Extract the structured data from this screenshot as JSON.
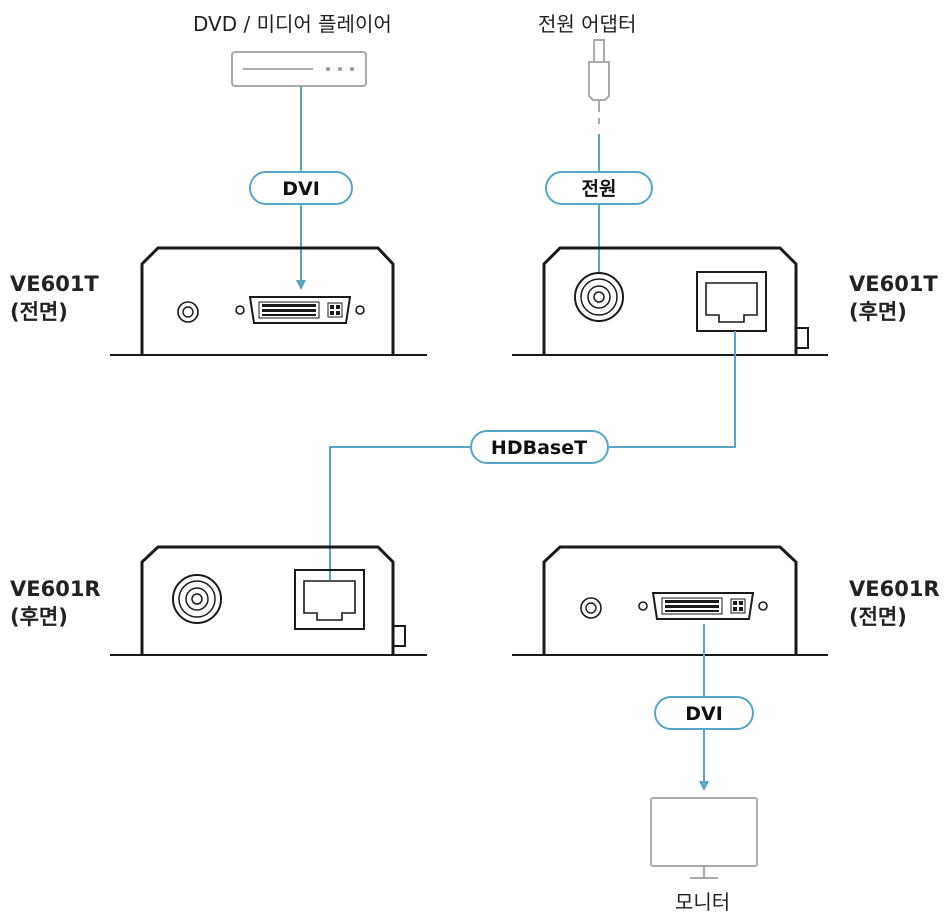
{
  "sources": {
    "dvd_player": "DVD / 미디어 플레이어",
    "power_adapter": "전원 어댑터"
  },
  "cables": {
    "dvi_in": "DVI",
    "power": "전원",
    "hdbaset": "HDBaseT",
    "dvi_out": "DVI"
  },
  "devices": {
    "transmitter_front": {
      "model": "VE601T",
      "view": "(전면)"
    },
    "transmitter_rear": {
      "model": "VE601T",
      "view": "(후면)"
    },
    "receiver_rear": {
      "model": "VE601R",
      "view": "(후면)"
    },
    "receiver_front": {
      "model": "VE601R",
      "view": "(전면)"
    }
  },
  "monitor": {
    "label": "모니터"
  },
  "colors": {
    "cable": "#5aa5c6",
    "outline": "#1a1a1a",
    "pill_border": "#5aa5c6",
    "pill_fill": "#ffffff"
  }
}
